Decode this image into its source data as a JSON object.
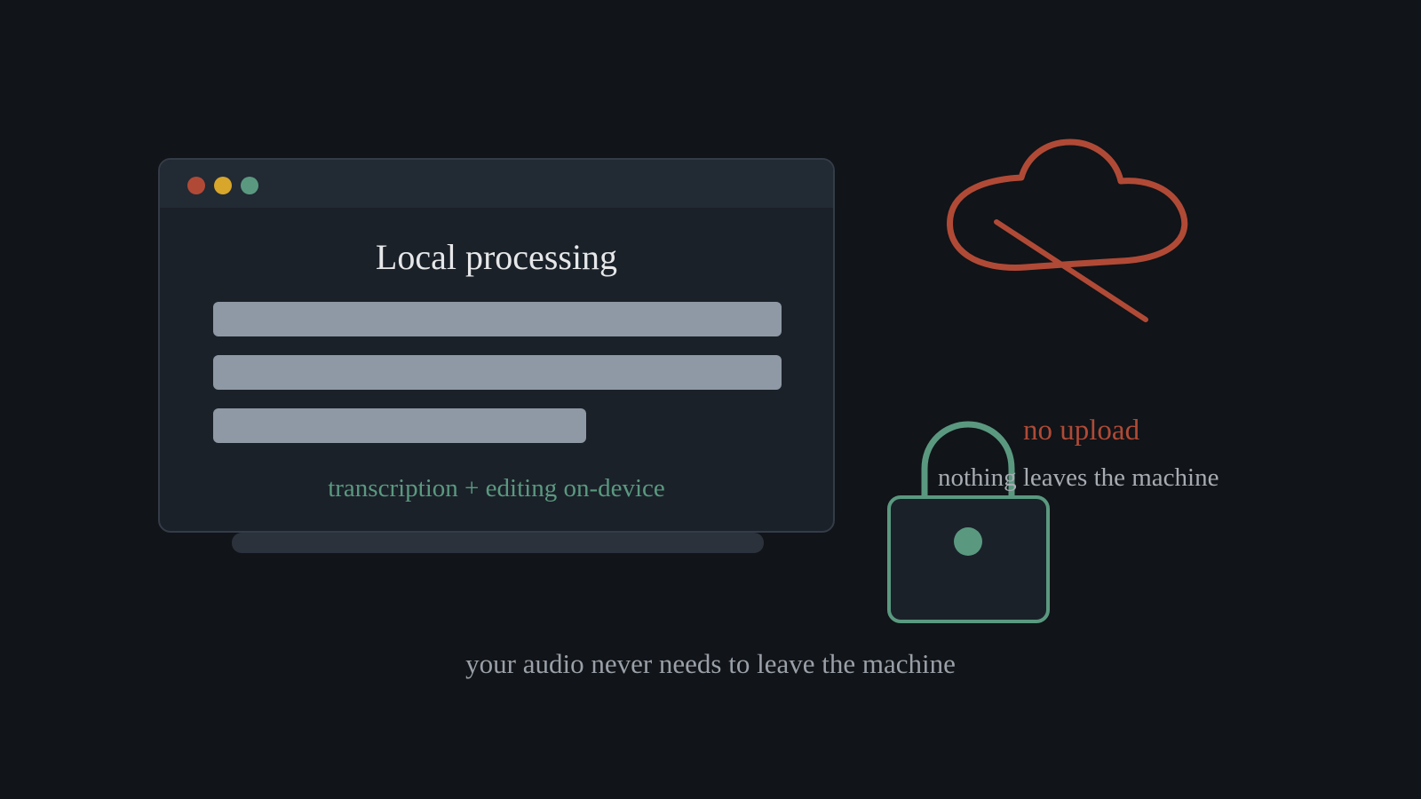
{
  "colors": {
    "background": "#111418",
    "accent_red": "#b04a36",
    "accent_green": "#5a9980",
    "accent_yellow": "#d7a62a",
    "bar": "#8e99a5"
  },
  "window": {
    "title": "Local processing",
    "caption": "transcription + editing on-device",
    "controls": [
      "close",
      "minimize",
      "maximize"
    ]
  },
  "icons": {
    "cloud": "cloud-off-icon",
    "lock": "lock-icon"
  },
  "labels": {
    "no_upload": "no upload",
    "nothing_leaves": "nothing leaves the machine"
  },
  "caption": "your audio never needs to leave the machine"
}
